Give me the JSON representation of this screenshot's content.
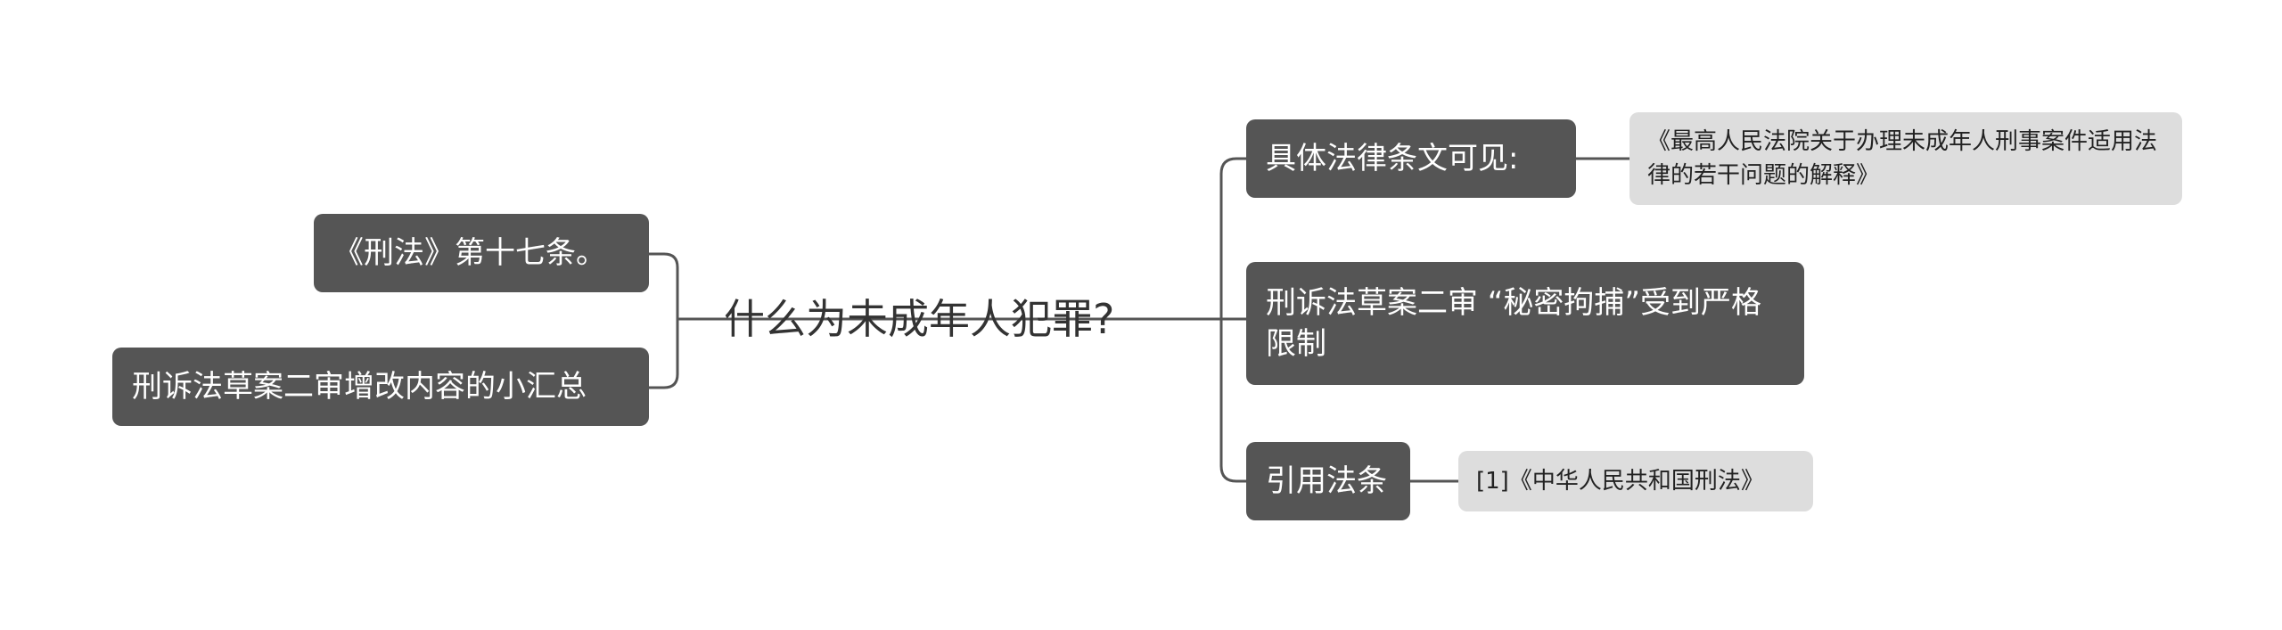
{
  "root": {
    "label": "什么为未成年人犯罪?"
  },
  "left_branches": [
    {
      "label": "《刑法》第十七条。"
    },
    {
      "label": "刑诉法草案二审增改内容的小汇总"
    }
  ],
  "right_branches": [
    {
      "label": "具体法律条文可见:",
      "child": {
        "label": "《最高人民法院关于办理未成年人刑事案件适用法律的若干问题的解释》"
      }
    },
    {
      "label": "刑诉法草案二审 “秘密拘捕”受到严格限制"
    },
    {
      "label": "引用法条",
      "child": {
        "label": "[1]《中华人民共和国刑法》"
      }
    }
  ],
  "colors": {
    "node_dark": "#555555",
    "node_light": "#dddddd",
    "connector": "#555555",
    "root_text": "#333333"
  }
}
